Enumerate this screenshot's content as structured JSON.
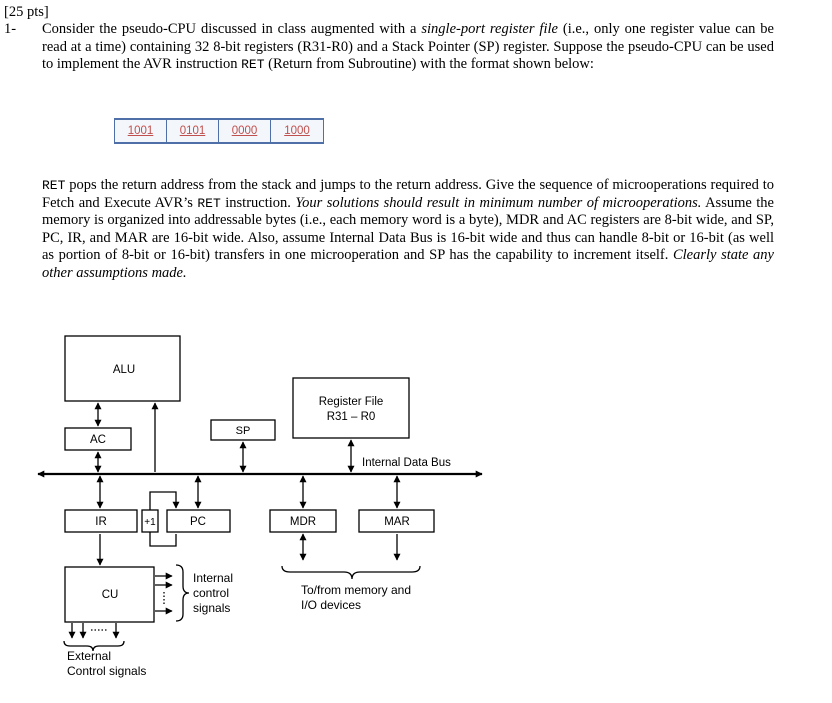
{
  "header": {
    "points": "[25 pts]",
    "number": "1-"
  },
  "question": {
    "p1_a": "Consider the pseudo-CPU discussed in class augmented with a ",
    "p1_b": "single-port register file",
    "p1_c": " (i.e., only one register value can be read at a time) containing 32 8-bit registers (R31-R0) and a Stack Pointer (SP) register.  Suppose the pseudo-CPU can be used to implement the AVR instruction ",
    "p1_d": "RET",
    "p1_e": " (Return from Subroutine) with the format shown below:",
    "p2_a": "RET",
    "p2_b": " pops the return address from the stack and jumps to the return address.  Give the sequence of microoperations required to Fetch and Execute AVR’s ",
    "p2_c": "RET",
    "p2_d": " instruction.  ",
    "p2_e": "Your solutions should result in minimum number of microoperations.",
    "p2_f": "  Assume the memory is organized into addressable bytes (i.e., each memory word is a byte), MDR and AC registers are 8-bit wide, and SP, PC, IR, and MAR are 16-bit wide. Also, assume Internal Data Bus is 16-bit wide and thus can handle 8-bit or 16-bit (as well as portion of 8-bit or 16-bit) transfers in one microoperation and SP has the capability to increment itself.  ",
    "p2_g": "Clearly state any other assumptions made."
  },
  "format": {
    "fields": [
      "1001",
      "0101",
      "0000",
      "1000"
    ]
  },
  "diagram": {
    "alu": "ALU",
    "ac": "AC",
    "sp": "SP",
    "register_file_1": "Register File",
    "register_file_2": "R31 – R0",
    "bus": "Internal Data Bus",
    "ir": "IR",
    "plus1": "+1",
    "pc": "PC",
    "mdr": "MDR",
    "mar": "MAR",
    "cu": "CU",
    "internal_1": "Internal",
    "internal_2": "control",
    "internal_3": "signals",
    "memory_1": "To/from memory and",
    "memory_2": "I/O devices",
    "external_1": "External",
    "external_2": "Control signals"
  }
}
